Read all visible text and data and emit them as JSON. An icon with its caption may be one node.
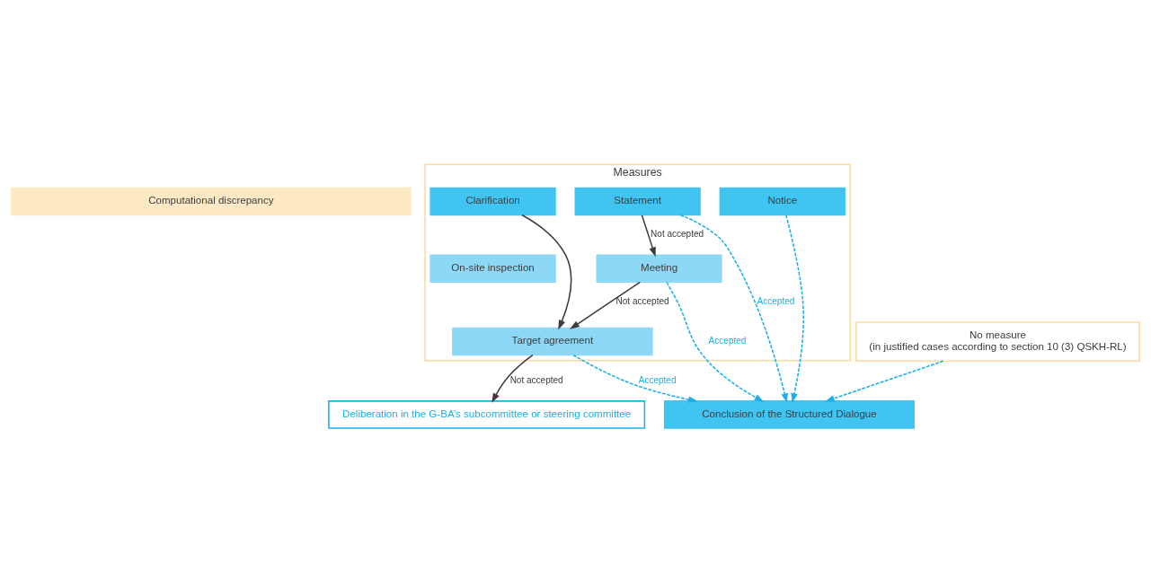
{
  "diagram": {
    "nodes": [
      {
        "text": [
          "Computational discrepancy"
        ]
      },
      {
        "text": [
          "No measure",
          "(in justified cases according to section 10 (3) QSKH-RL)"
        ]
      },
      {
        "text": [
          "Measures"
        ]
      },
      {
        "text": [
          "Notice"
        ],
        "in": 2
      },
      {
        "text": [
          "Statement"
        ],
        "in": 2
      },
      {
        "text": [
          "Clarification"
        ],
        "in": 2
      },
      {
        "text": [
          "Meeting"
        ],
        "in": 2
      },
      {
        "text": [
          "On-site inspection"
        ],
        "in": 2
      },
      {
        "text": [
          "Target agreement"
        ],
        "in": 2
      },
      {
        "text": [
          "Conclusion of the Structured Dialogue"
        ]
      },
      {
        "text": [
          "Deliberation in the G-BA’s subcommittee or steering committee"
        ]
      }
    ],
    "edges": [
      {
        "from": 1,
        "to": 9,
        "arrow": "to",
        "style": "dashed"
      },
      {
        "from": 3,
        "to": 9,
        "arrow": "to",
        "style": "dashed"
      },
      {
        "from": 4,
        "to": 9,
        "arrow": "to",
        "style": "dashed",
        "label": "Accepted"
      },
      {
        "from": 6,
        "to": 9,
        "arrow": "to",
        "style": "dashed",
        "label": "Accepted"
      },
      {
        "from": 8,
        "to": 9,
        "arrow": "to",
        "style": "dashed",
        "label": "Accepted"
      },
      {
        "from": 4,
        "to": 6,
        "arrow": "to",
        "label": "Not accepted",
        "color": "#3c3c3c"
      },
      {
        "from": 6,
        "to": 8,
        "arrow": "to",
        "label": "Not accepted",
        "color": "#3c3c3c"
      },
      {
        "from": 5,
        "to": 8,
        "arrow": "to",
        "color": "#3c3c3c"
      },
      {
        "from": 8,
        "to": 10,
        "arrow": "to",
        "label": "Not accepted",
        "color": "#3c3c3c"
      }
    ]
  }
}
